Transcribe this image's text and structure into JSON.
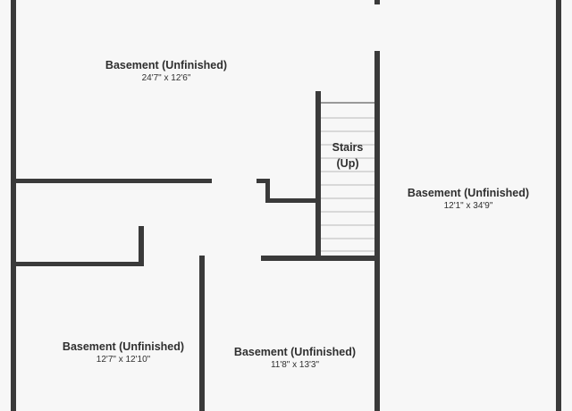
{
  "rooms": [
    {
      "name": "Basement (Unfinished)",
      "dimensions": "24'7\" x 12'6\""
    },
    {
      "name": "Basement (Unfinished)",
      "dimensions": "12'1\" x 34'9\""
    },
    {
      "name": "Basement (Unfinished)",
      "dimensions": "12'7\" x 12'10\""
    },
    {
      "name": "Basement (Unfinished)",
      "dimensions": "11'8\" x 13'3\""
    }
  ],
  "stairs": {
    "line1": "Stairs",
    "line2": "(Up)"
  },
  "colors": {
    "wall": "#3a3a3a",
    "background": "#f7f7f7",
    "text": "#2f2f2f"
  }
}
